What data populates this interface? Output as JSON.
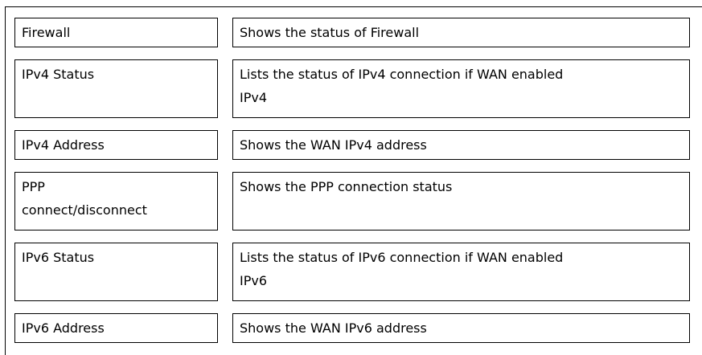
{
  "rows": [
    {
      "term": [
        "Firewall"
      ],
      "description": [
        "Shows the status of Firewall"
      ]
    },
    {
      "term": [
        "IPv4 Status"
      ],
      "description": [
        "Lists the status of IPv4 connection if WAN enabled",
        "IPv4"
      ]
    },
    {
      "term": [
        "IPv4 Address"
      ],
      "description": [
        "Shows the WAN IPv4 address"
      ]
    },
    {
      "term": [
        "PPP",
        "connect/disconnect"
      ],
      "description": [
        "Shows the PPP connection status"
      ]
    },
    {
      "term": [
        "IPv6 Status"
      ],
      "description": [
        "Lists the status of IPv6 connection if WAN enabled",
        "IPv6"
      ]
    },
    {
      "term": [
        "IPv6 Address"
      ],
      "description": [
        "Shows the WAN IPv6 address"
      ]
    }
  ]
}
